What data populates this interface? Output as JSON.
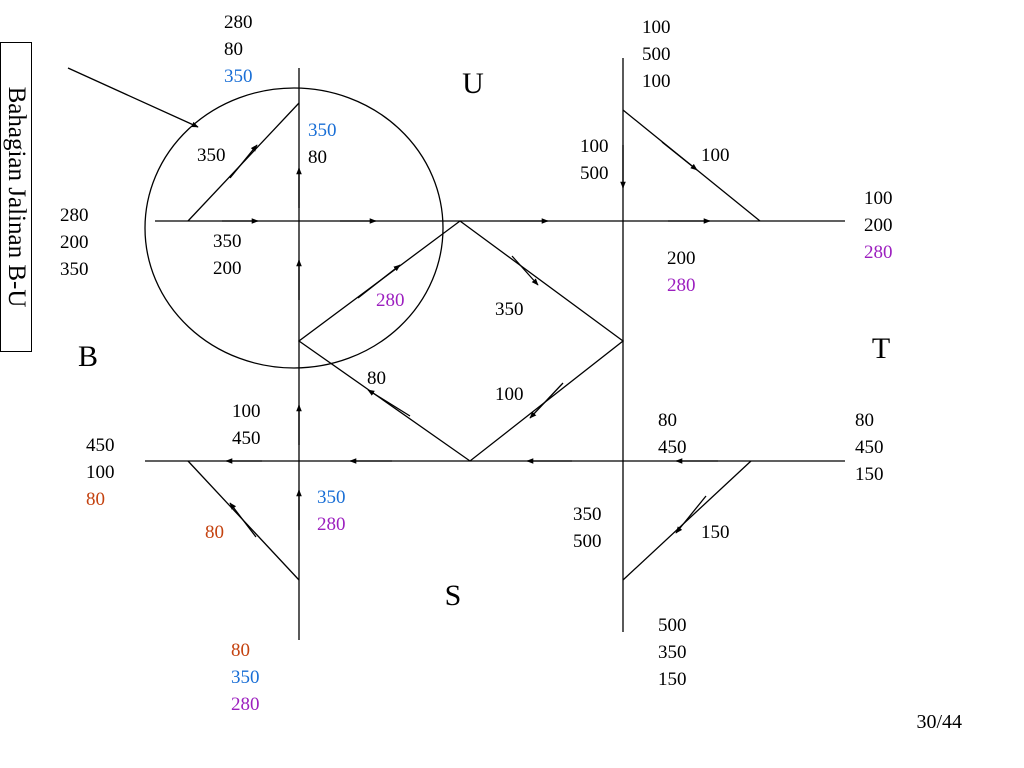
{
  "colors": {
    "black": "#000000",
    "blue": "#1a6fd6",
    "purple": "#9c1fbf",
    "orange": "#c4420f"
  },
  "side_label": "Bahagian Jalinan B-U",
  "directions": {
    "north": "U",
    "west": "B",
    "east": "T",
    "south": "S"
  },
  "groups": {
    "top_left": [
      {
        "t": "280",
        "c": "black"
      },
      {
        "t": "80",
        "c": "black"
      },
      {
        "t": "350",
        "c": "blue"
      }
    ],
    "top_right": [
      {
        "t": "100",
        "c": "black"
      },
      {
        "t": "500",
        "c": "black"
      },
      {
        "t": "100",
        "c": "black"
      }
    ],
    "left_upper": [
      {
        "t": "280",
        "c": "black"
      },
      {
        "t": "200",
        "c": "black"
      },
      {
        "t": "350",
        "c": "black"
      }
    ],
    "left_lower": [
      {
        "t": "450",
        "c": "black"
      },
      {
        "t": "100",
        "c": "black"
      },
      {
        "t": "80",
        "c": "orange"
      }
    ],
    "right_upper": [
      {
        "t": "100",
        "c": "black"
      },
      {
        "t": "200",
        "c": "black"
      },
      {
        "t": "280",
        "c": "purple"
      }
    ],
    "right_lower": [
      {
        "t": "80",
        "c": "black"
      },
      {
        "t": "450",
        "c": "black"
      },
      {
        "t": "150",
        "c": "black"
      }
    ],
    "bottom_left": [
      {
        "t": "80",
        "c": "orange"
      },
      {
        "t": "350",
        "c": "blue"
      },
      {
        "t": "280",
        "c": "purple"
      }
    ],
    "bottom_right": [
      {
        "t": "500",
        "c": "black"
      },
      {
        "t": "350",
        "c": "black"
      },
      {
        "t": "150",
        "c": "black"
      }
    ],
    "nw_inner": [
      {
        "t": "350",
        "c": "blue"
      },
      {
        "t": "80",
        "c": "black"
      }
    ],
    "nw_approach": [
      {
        "t": "350",
        "c": "black"
      },
      {
        "t": "200",
        "c": "black"
      }
    ],
    "ne_inner": [
      {
        "t": "100",
        "c": "black"
      },
      {
        "t": "500",
        "c": "black"
      }
    ],
    "ne_lower": [
      {
        "t": "200",
        "c": "black"
      },
      {
        "t": "280",
        "c": "purple"
      }
    ],
    "sw_inner": [
      {
        "t": "100",
        "c": "black"
      },
      {
        "t": "450",
        "c": "black"
      }
    ],
    "sw_lower": [
      {
        "t": "350",
        "c": "blue"
      },
      {
        "t": "280",
        "c": "purple"
      }
    ],
    "se_inner": [
      {
        "t": "80",
        "c": "black"
      },
      {
        "t": "450",
        "c": "black"
      }
    ],
    "se_lower": [
      {
        "t": "350",
        "c": "black"
      },
      {
        "t": "500",
        "c": "black"
      }
    ]
  },
  "ramps": {
    "nw_slip": {
      "t": "350",
      "c": "black"
    },
    "ne_slip": {
      "t": "100",
      "c": "black"
    },
    "se_slip": {
      "t": "150",
      "c": "black"
    },
    "sw_slip": {
      "t": "80",
      "c": "orange"
    },
    "diamond_nw": {
      "t": "280",
      "c": "purple"
    },
    "diamond_ne": {
      "t": "350",
      "c": "black"
    },
    "diamond_se": {
      "t": "100",
      "c": "black"
    },
    "diamond_sw": {
      "t": "80",
      "c": "black"
    }
  },
  "page_number": "30/44"
}
